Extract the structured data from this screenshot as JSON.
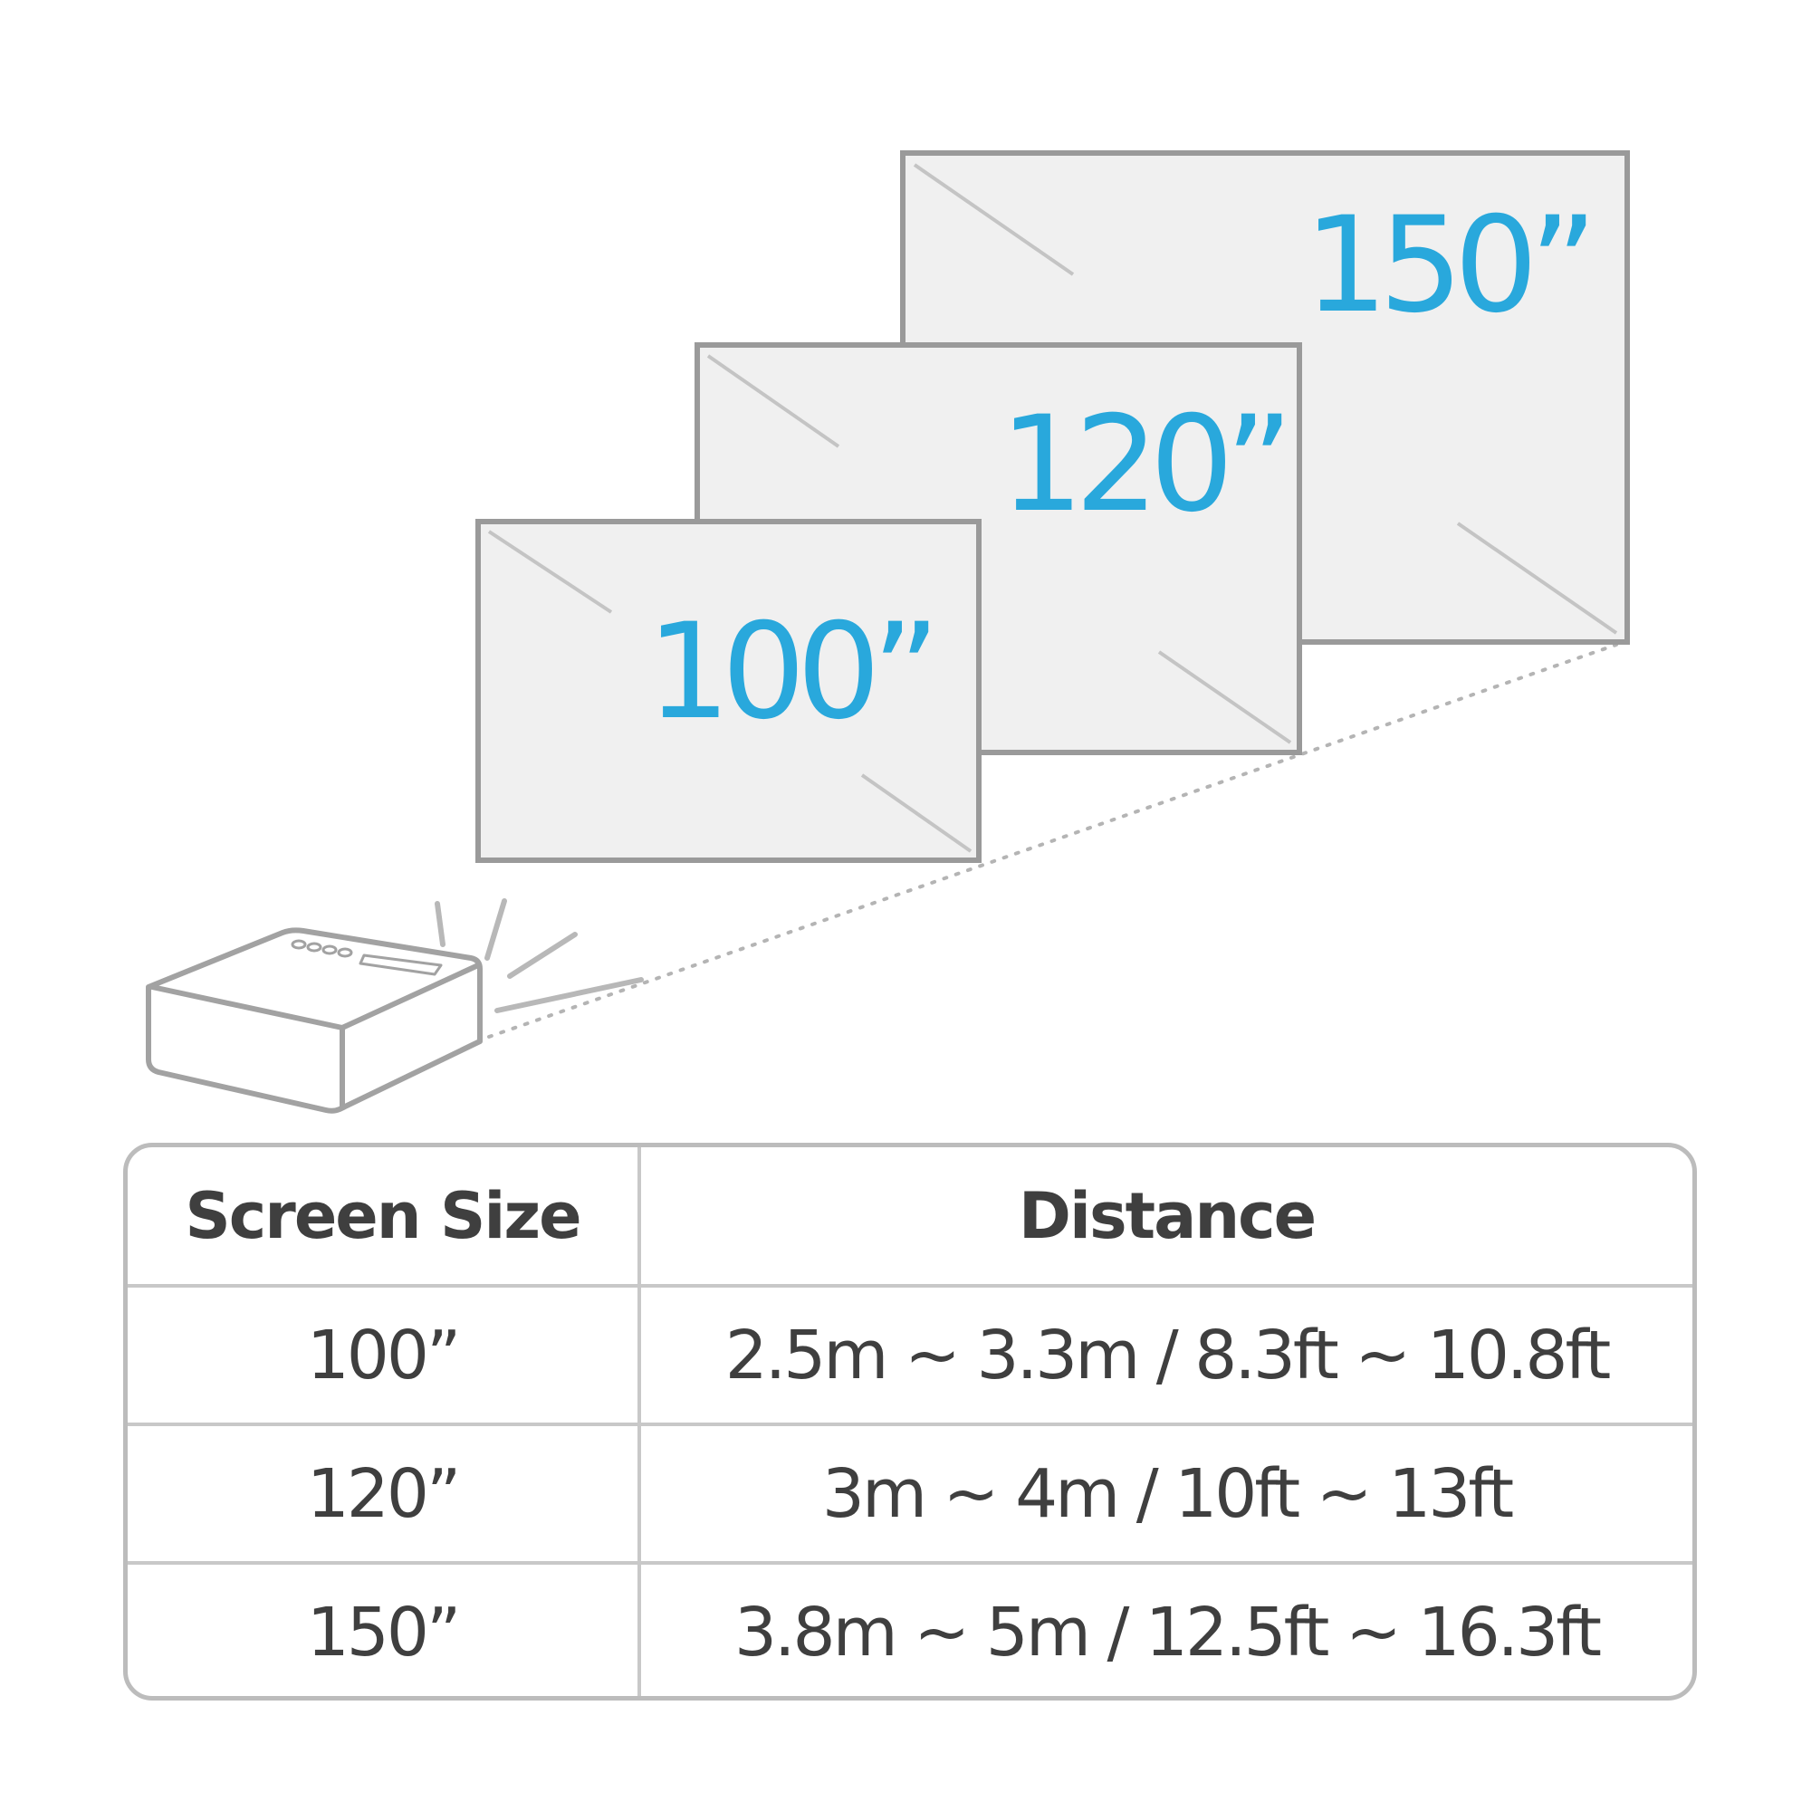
{
  "screens": [
    {
      "label": "100”"
    },
    {
      "label": "120”"
    },
    {
      "label": "150”"
    }
  ],
  "table": {
    "headers": [
      "Screen Size",
      "Distance"
    ],
    "rows": [
      {
        "size": "100”",
        "distance": "2.5m ~ 3.3m / 8.3ft ~ 10.8ft"
      },
      {
        "size": "120”",
        "distance": "3m ~ 4m / 10ft ~ 13ft"
      },
      {
        "size": "150”",
        "distance": "3.8m ~ 5m / 12.5ft ~ 16.3ft"
      }
    ]
  },
  "colors": {
    "accent": "#29a8dc",
    "screen_fill": "#f0f0f0",
    "screen_border": "#9a9a9a",
    "text": "#3f3f3f",
    "table_border": "#bcbcbc"
  },
  "icons": [
    "projector-icon",
    "light-ray-icon",
    "projection-beam-line"
  ]
}
